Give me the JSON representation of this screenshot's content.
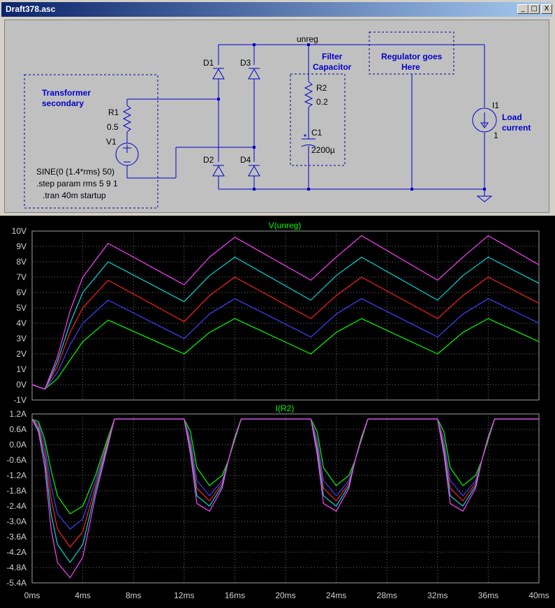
{
  "window": {
    "title": "Draft378.asc",
    "buttons": {
      "minimize": "_",
      "restore": "□",
      "close": "X"
    }
  },
  "schematic": {
    "net_label": "unreg",
    "transformer_comment": [
      "Transformer",
      "secondary"
    ],
    "filter_comment": [
      "Filter",
      "Capacitor"
    ],
    "regulator_comment": [
      "Regulator goes",
      "Here"
    ],
    "load_comment": [
      "Load",
      "current"
    ],
    "components": {
      "R1": {
        "name": "R1",
        "value": "0.5"
      },
      "V1": {
        "name": "V1",
        "value": "SINE(0 {1.4*rms} 50)"
      },
      "R2": {
        "name": "R2",
        "value": "0.2"
      },
      "C1": {
        "name": "C1",
        "value": "2200µ"
      },
      "I1": {
        "name": "I1",
        "value": "1"
      },
      "D1": "D1",
      "D2": "D2",
      "D3": "D3",
      "D4": "D4"
    },
    "directives": [
      ".step param rms 5 9 1",
      ".tran 40m startup"
    ]
  },
  "plot": {
    "colors": [
      "#00ff00",
      "#4040ff",
      "#ff2020",
      "#00d8d8",
      "#ff40ff"
    ],
    "x_ticks": [
      "0ms",
      "4ms",
      "8ms",
      "12ms",
      "16ms",
      "20ms",
      "24ms",
      "28ms",
      "32ms",
      "36ms",
      "40ms"
    ]
  },
  "chart_data": [
    {
      "type": "line",
      "title": "V(unreg)",
      "xlabel": "",
      "ylabel": "",
      "xlim": [
        0,
        40
      ],
      "ylim": [
        -1,
        10
      ],
      "grid": true,
      "y_ticks": [
        "10V",
        "9V",
        "8V",
        "7V",
        "6V",
        "5V",
        "4V",
        "3V",
        "2V",
        "1V",
        "0V",
        "-1V"
      ],
      "series": [
        {
          "x": [
            0,
            1,
            2,
            3,
            4,
            6,
            12,
            14,
            16,
            22,
            24,
            26,
            32,
            34,
            36,
            40
          ],
          "values": [
            0,
            -0.3,
            0.4,
            1.6,
            2.8,
            4.2,
            2.0,
            3.4,
            4.3,
            2.0,
            3.4,
            4.3,
            2.0,
            3.4,
            4.3,
            2.8
          ]
        },
        {
          "x": [
            0,
            1,
            2,
            3,
            4,
            6,
            12,
            14,
            16,
            22,
            24,
            26,
            32,
            34,
            36,
            40
          ],
          "values": [
            0,
            -0.3,
            0.8,
            2.6,
            4.0,
            5.5,
            3.0,
            4.6,
            5.6,
            3.1,
            4.6,
            5.6,
            3.1,
            4.6,
            5.6,
            4.0
          ]
        },
        {
          "x": [
            0,
            1,
            2,
            3,
            4,
            6,
            12,
            14,
            16,
            22,
            24,
            26,
            32,
            34,
            36,
            40
          ],
          "values": [
            0,
            -0.3,
            1.2,
            3.4,
            5.0,
            6.8,
            4.1,
            5.8,
            7.0,
            4.3,
            5.8,
            7.0,
            4.3,
            5.8,
            7.0,
            5.3
          ]
        },
        {
          "x": [
            0,
            1,
            2,
            3,
            4,
            6,
            12,
            14,
            16,
            22,
            24,
            26,
            32,
            34,
            36,
            40
          ],
          "values": [
            0,
            -0.3,
            1.5,
            4.0,
            6.0,
            8.0,
            5.4,
            7.1,
            8.3,
            5.5,
            7.1,
            8.3,
            5.5,
            7.1,
            8.3,
            6.6
          ]
        },
        {
          "x": [
            0,
            1,
            2,
            3,
            4,
            6,
            12,
            14,
            16,
            22,
            24,
            26,
            32,
            34,
            36,
            40
          ],
          "values": [
            0,
            -0.3,
            1.8,
            4.8,
            7.0,
            9.2,
            6.5,
            8.3,
            9.6,
            6.8,
            8.3,
            9.7,
            6.8,
            8.3,
            9.7,
            7.8
          ]
        }
      ]
    },
    {
      "type": "line",
      "title": "I(R2)",
      "xlabel": "",
      "ylabel": "",
      "xlim": [
        0,
        40
      ],
      "ylim": [
        -5.4,
        1.2
      ],
      "grid": true,
      "y_ticks": [
        "1.2A",
        "0.6A",
        "0.0A",
        "-0.6A",
        "-1.2A",
        "-1.8A",
        "-2.4A",
        "-3.0A",
        "-3.6A",
        "-4.2A",
        "-4.8A",
        "-5.4A"
      ],
      "series": [
        {
          "x": [
            0,
            0.5,
            1,
            1.5,
            2,
            3,
            4,
            5,
            6,
            6.5,
            7,
            12,
            12.5,
            13,
            14,
            15,
            15.5,
            16,
            16.5,
            22,
            22.5,
            23,
            24,
            25,
            25.5,
            26,
            26.5,
            32,
            32.5,
            33,
            34,
            35,
            35.5,
            36,
            36.5,
            40
          ],
          "values": [
            1.0,
            0.9,
            0.2,
            -1.0,
            -2.0,
            -2.7,
            -2.4,
            -1.2,
            0.3,
            1.0,
            1.0,
            1.0,
            0.5,
            -0.9,
            -1.6,
            -1.2,
            -0.6,
            0.2,
            1.0,
            1.0,
            0.5,
            -0.9,
            -1.6,
            -1.2,
            -0.6,
            0.2,
            1.0,
            1.0,
            0.5,
            -0.9,
            -1.6,
            -1.2,
            -0.6,
            0.2,
            1.0,
            1.0
          ]
        },
        {
          "x": [
            0,
            0.5,
            1,
            1.5,
            2,
            3,
            4,
            5,
            6,
            6.5,
            7,
            12,
            12.5,
            13,
            14,
            15,
            15.5,
            16,
            16.5,
            22,
            22.5,
            23,
            24,
            25,
            25.5,
            26,
            26.5,
            32,
            32.5,
            33,
            34,
            35,
            35.5,
            36,
            36.5,
            40
          ],
          "values": [
            1.0,
            0.8,
            0.0,
            -1.6,
            -2.7,
            -3.3,
            -2.9,
            -1.4,
            0.2,
            1.0,
            1.0,
            1.0,
            0.2,
            -1.4,
            -2.0,
            -1.4,
            -0.6,
            0.3,
            1.0,
            1.0,
            0.2,
            -1.4,
            -2.0,
            -1.4,
            -0.6,
            0.3,
            1.0,
            1.0,
            0.2,
            -1.4,
            -2.0,
            -1.4,
            -0.6,
            0.3,
            1.0,
            1.0
          ]
        },
        {
          "x": [
            0,
            0.5,
            1,
            1.5,
            2,
            3,
            4,
            5,
            6,
            6.5,
            7,
            12,
            12.5,
            13,
            14,
            15,
            15.5,
            16,
            16.5,
            22,
            22.5,
            23,
            24,
            25,
            25.5,
            26,
            26.5,
            32,
            32.5,
            33,
            34,
            35,
            35.5,
            36,
            36.5,
            40
          ],
          "values": [
            1.0,
            0.7,
            -0.3,
            -2.1,
            -3.3,
            -4.0,
            -3.4,
            -1.6,
            0.2,
            1.0,
            1.0,
            1.0,
            0.0,
            -1.7,
            -2.2,
            -1.5,
            -0.6,
            0.3,
            1.0,
            1.0,
            0.0,
            -1.7,
            -2.2,
            -1.5,
            -0.6,
            0.3,
            1.0,
            1.0,
            0.0,
            -1.7,
            -2.2,
            -1.5,
            -0.6,
            0.3,
            1.0,
            1.0
          ]
        },
        {
          "x": [
            0,
            0.5,
            1,
            1.5,
            2,
            3,
            4,
            5,
            6,
            6.5,
            7,
            12,
            12.5,
            13,
            14,
            15,
            15.5,
            16,
            16.5,
            22,
            22.5,
            23,
            24,
            25,
            25.5,
            26,
            26.5,
            32,
            32.5,
            33,
            34,
            35,
            35.5,
            36,
            36.5,
            40
          ],
          "values": [
            1.0,
            0.6,
            -0.6,
            -2.7,
            -3.9,
            -4.6,
            -3.9,
            -1.8,
            0.1,
            1.0,
            1.0,
            1.0,
            -0.2,
            -2.0,
            -2.4,
            -1.6,
            -0.6,
            0.3,
            1.0,
            1.0,
            -0.2,
            -2.0,
            -2.4,
            -1.6,
            -0.6,
            0.3,
            1.0,
            1.0,
            -0.2,
            -2.0,
            -2.4,
            -1.6,
            -0.6,
            0.3,
            1.0,
            1.0
          ]
        },
        {
          "x": [
            0,
            0.5,
            1,
            1.5,
            2,
            3,
            4,
            5,
            6,
            6.5,
            7,
            12,
            12.5,
            13,
            14,
            15,
            15.5,
            16,
            16.5,
            22,
            22.5,
            23,
            24,
            25,
            25.5,
            26,
            26.5,
            32,
            32.5,
            33,
            34,
            35,
            35.5,
            36,
            36.5,
            40
          ],
          "values": [
            1.0,
            0.5,
            -0.9,
            -3.3,
            -4.6,
            -5.2,
            -4.4,
            -2.0,
            0.0,
            1.0,
            1.0,
            1.0,
            -0.4,
            -2.3,
            -2.6,
            -1.7,
            -0.6,
            0.3,
            1.0,
            1.0,
            -0.4,
            -2.3,
            -2.6,
            -1.7,
            -0.6,
            0.3,
            1.0,
            1.0,
            -0.4,
            -2.3,
            -2.6,
            -1.7,
            -0.6,
            0.3,
            1.0,
            1.0
          ]
        }
      ]
    }
  ]
}
